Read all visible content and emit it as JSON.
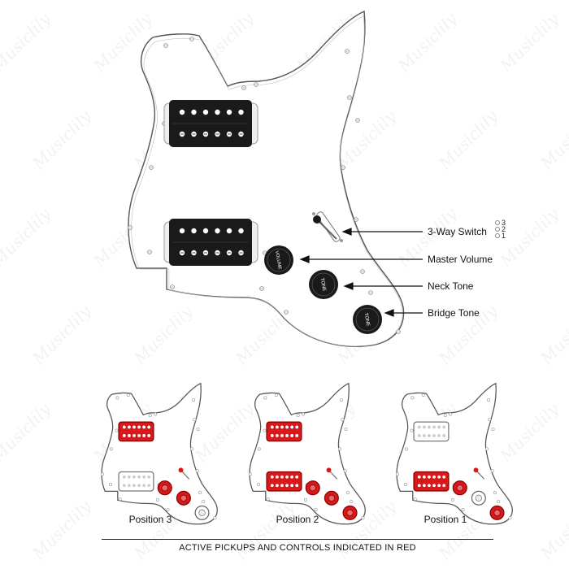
{
  "brand": {
    "watermark": "Musiclily"
  },
  "callouts": {
    "switch": "3-Way Switch",
    "master_volume": "Master Volume",
    "neck_tone": "Neck Tone",
    "bridge_tone": "Bridge Tone"
  },
  "switch_positions": [
    "3",
    "2",
    "1"
  ],
  "knob_labels": {
    "volume": "VOLUME",
    "tone": "TONE"
  },
  "positions": [
    {
      "label": "Position 3",
      "neck_active": true,
      "bridge_active": false,
      "vol_active": true,
      "neck_tone_active": true,
      "bridge_tone_active": false
    },
    {
      "label": "Position 2",
      "neck_active": true,
      "bridge_active": true,
      "vol_active": true,
      "neck_tone_active": true,
      "bridge_tone_active": true
    },
    {
      "label": "Position 1",
      "neck_active": false,
      "bridge_active": true,
      "vol_active": true,
      "neck_tone_active": false,
      "bridge_tone_active": true
    }
  ],
  "caption": "ACTIVE PICKUPS AND CONTROLS INDICATED IN RED",
  "colors": {
    "active": "#d7191c",
    "pickup": "#1a1a1a",
    "guard_stroke": "#555555"
  }
}
